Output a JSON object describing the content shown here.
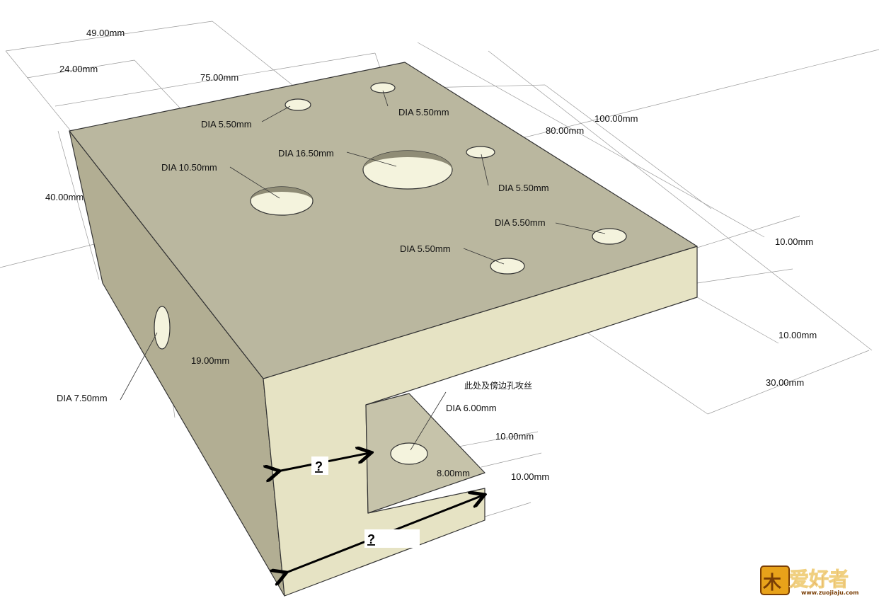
{
  "diagram": {
    "dimensions": {
      "d49": "49.00mm",
      "d24": "24.00mm",
      "d75": "75.00mm",
      "d100": "100.00mm",
      "d80": "80.00mm",
      "d40": "40.00mm",
      "d10_right": "10.00mm",
      "d10_lower": "10.00mm",
      "d30": "30.00mm",
      "d19": "19.00mm",
      "d10_slot_a": "10.00mm",
      "d10_slot_b": "10.00mm",
      "d8": "8.00mm"
    },
    "holes": {
      "dia_5_50_top_left": "DIA 5.50mm",
      "dia_5_50_top_right": "DIA 5.50mm",
      "dia_16_50": "DIA 16.50mm",
      "dia_10_50": "DIA 10.50mm",
      "dia_5_50_mid_right": "DIA 5.50mm",
      "dia_5_50_far_right": "DIA 5.50mm",
      "dia_5_50_bottom": "DIA 5.50mm",
      "dia_7_50": "DIA 7.50mm",
      "dia_6_00": "DIA 6.00mm"
    },
    "note_cn": "此处及傍边孔攻丝",
    "unknown_marks": [
      "?",
      "?"
    ]
  },
  "watermark": {
    "brand_main": "爱好者",
    "brand_site": "www.zuojiaju.com"
  },
  "colors": {
    "top_face": "#bab79f",
    "front_face": "#e6e3c4",
    "side_face": "#b2ae93",
    "hole_inner": "#f4f3dd",
    "edge": "#333333"
  }
}
